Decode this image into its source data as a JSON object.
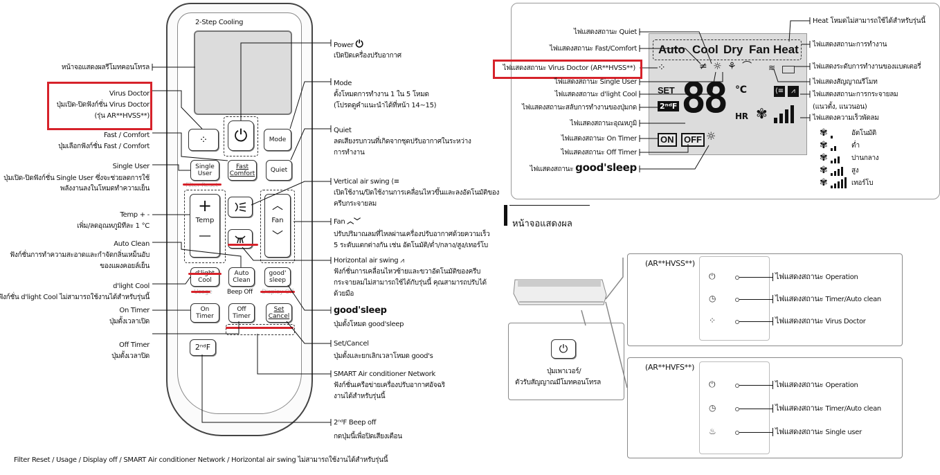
{
  "remote": {
    "mode_top_label": "2-Step Cooling",
    "buttons": {
      "virus": "⁘",
      "power": "⏻",
      "mode": "Mode",
      "single_user": "Single\nUser",
      "fast_comfort": "Fast\nComfort",
      "quiet": "Quiet",
      "temp_plus": "+",
      "temp": "Temp",
      "temp_minus": "—",
      "fan": "Fan",
      "dlight_cool": "d'light\nCool",
      "auto_clean": "Auto\nClean",
      "good_sleep": "good'\nsleep",
      "on_timer": "On\nTimer",
      "off_timer": "Off\nTimer",
      "set_cancel": "Set\nCancel",
      "second_f": "2ⁿᵈF"
    },
    "sub_labels": {
      "filter_reset": "Filter Reset",
      "usage": "Usage",
      "beep_off": "Beep Off",
      "display_off": "Display Off"
    }
  },
  "left_labels": {
    "display": "หน้าจอแสดงผลรีโมทคอนโทรล",
    "virus_title": "Virus Doctor",
    "virus_desc": "ปุ่มเปิด-ปิดฟังก์ชั่น Virus Doctor",
    "virus_note": "(รุ่น AR**HVSS**)",
    "fast_title": "Fast / Comfort",
    "fast_desc": "ปุ่มเลือกฟังก์ชั่น Fast / Comfort",
    "single_title": "Single User",
    "single_desc1": "ปุ่มเปิด-ปิดฟังก์ชั่น Single User ซึ่งจะช่วยลดการใช้",
    "single_desc2": "พลังงานลงในโหมดทำความเย็น",
    "temp_title": "Temp + -",
    "temp_desc": "เพิ่ม/ลดอุณหภูมิทีละ 1 °C",
    "auto_title": "Auto Clean",
    "auto_desc1": "ฟังก์ชั่นการทำความสะอาดและกำจัดกลิ่นเหม็นอับ",
    "auto_desc2": "ของแผงคอยล์เย็น",
    "dlight_title": "d'light Cool",
    "dlight_desc": "ฟังก์ชั่น d'light Cool ไม่สามารถใช้งานได้สำหรับรุ่นนี้",
    "on_title": "On Timer",
    "on_desc": "ปุ่มตั้งเวลาเปิด",
    "off_title": "Off Timer",
    "off_desc": "ปุ่มตั้งเวลาปิด"
  },
  "right_labels": {
    "power_title": "Power",
    "power_desc": "เปิดปิดเครื่องปรับอากาศ",
    "mode_title": "Mode",
    "mode_desc1": "ตั้งโหมดการทำงาน 1 ใน 5 โหมด",
    "mode_desc2": "(โปรดดูคำแนะนำได้ที่หน้า 14~15)",
    "quiet_title": "Quiet",
    "quiet_desc1": "ลดเสียงรบกวนที่เกิดจากชุดปรับอากาศในระหว่าง",
    "quiet_desc2": "การทำงาน",
    "vswing_title": "Vertical air swing",
    "vswing_desc1": "เปิดใช้งาน/ปิดใช้งานการเคลื่อนไหวขึ้นและลงอัตโนมัติของ",
    "vswing_desc2": "ครีบกระจายลม",
    "fan_title": "Fan",
    "fan_desc1": "ปรับปริมาณลมที่ไหลผ่านเครื่องปรับอากาศด้วยความเร็ว",
    "fan_desc2": "5 ระดับแตกต่างกัน เช่น อัตโนมัติ/ต่ำ/กลาง/สูง/เทอร์โบ",
    "hswing_title": "Horizontal air swing",
    "hswing_desc1": "ฟังก์ชั่นการเคลื่อนไหวซ้ายและขวาอัตโนมัติของครีบ",
    "hswing_desc2": "กระจายลมไม่สามารถใช้ได้กับรุ่นนี้ คุณสามารถปรับได้",
    "hswing_desc3": "ด้วยมือ",
    "goodsleep_title": "good'sleep",
    "goodsleep_desc": "ปุ่มตั้งโหมด good'sleep",
    "set_title": "Set/Cancel",
    "set_desc": "ปุ่มตั้งและยกเลิกเวลาโหมด good's",
    "smart_title": "SMART Air conditioner Network",
    "smart_desc1": "ฟังก์ชั่นเครือข่ายเครื่องปรับอากาศอัจฉริ",
    "smart_desc2": "งานได้สำหรับรุ่นนี้",
    "second_title": "2ⁿᵈF    Beep off",
    "second_desc": "กดปุ่มนี้เพื่อปิดเสียงเตือน"
  },
  "footer": "Filter Reset / Usage / Display off / SMART Air conditioner Network / Horizontal air swing  ไม่สามารถใช้งานได้สำหรับรุ่นนี้",
  "display_panel": {
    "modes": [
      "Auto",
      "Cool",
      "Dry",
      "Fan",
      "Heat"
    ],
    "digits": "88",
    "deg": "°C",
    "hr": "HR",
    "set": "SET",
    "second_f": "2ⁿᵈF",
    "on": "ON",
    "off": "OFF",
    "labels_left": {
      "quiet": "ไฟแสดงสถานะ Quiet",
      "fast": "ไฟแสดงสถานะ Fast/Comfort",
      "virus": "ไฟแสดงสถานะ Virus Doctor (AR**HVSS**)",
      "single": "ไฟแสดงสถานะ Single User",
      "dlight": "ไฟแสดงสถานะ d'light Cool",
      "switch": "ไฟแสดงสถานะสลับการทำงานของปุ่มกด",
      "temp": "ไฟแสดงสถานะอุณหภูมิ",
      "on_timer": "ไฟแสดงสถานะ On Timer",
      "off_timer": "ไฟแสดงสถานะ Off Timer",
      "good_sleep_prefix": "ไฟแสดงสถานะ",
      "good_sleep": "good'sleep"
    },
    "labels_right": {
      "heat": "Heat โหมดไม่สามารถใช้ได้สำหรับรุ่นนี้",
      "mode": "ไฟแสดงสถานะการทำงาน",
      "battery": "ไฟแสดงระดับการทำงานของแบตเตอรี่",
      "signal": "ไฟแสดงสัญญาณรีโมท",
      "swing": "ไฟแสดงสถานะการกระจายลม",
      "swing_note": "(แนวตั้ง, แนวนอน)",
      "fanspeed": "ไฟแสดงความเร็วพัดลม"
    },
    "fan_levels": [
      "อัตโนมัติ",
      "ต่ำ",
      "ปานกลาง",
      "สูง",
      "เทอร์โบ"
    ]
  },
  "indoor_section": {
    "title": "หน้าจอแสดงผล",
    "model_a": "(AR**HVSS**)",
    "model_b": "(AR**HVFS**)",
    "a_items": [
      {
        "prefix": "ไฟแสดงสถานะ",
        "name": "Operation"
      },
      {
        "prefix": "ไฟแสดงสถานะ",
        "name": "Timer/Auto clean"
      },
      {
        "prefix": "ไฟแสดงสถานะ",
        "name": "Virus Doctor"
      }
    ],
    "b_items": [
      {
        "prefix": "ไฟแสดงสถานะ",
        "name": "Operation"
      },
      {
        "prefix": "ไฟแสดงสถานะ",
        "name": "Timer/Auto clean"
      },
      {
        "prefix": "ไฟแสดงสถานะ",
        "name": "Single user"
      }
    ],
    "receiver_line1": "ปุ่มเพาเวอร์/",
    "receiver_line2": "ตัวรับสัญญาณมีโมทคอนโทรล"
  }
}
